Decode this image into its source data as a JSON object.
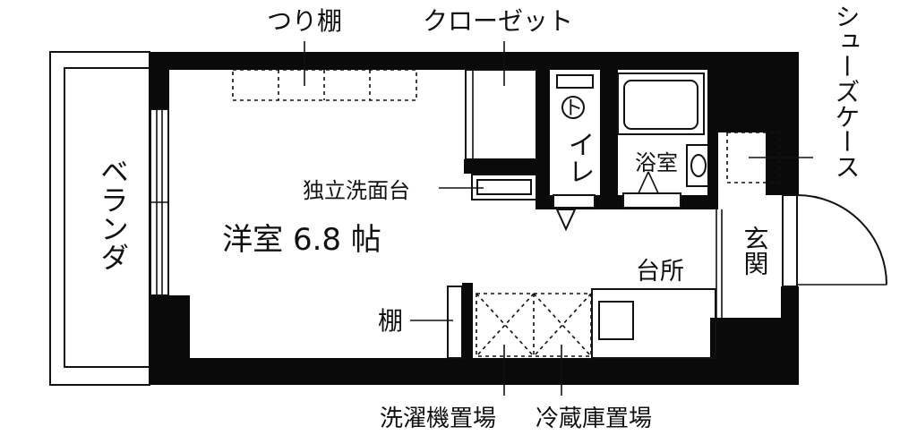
{
  "labels": {
    "tsuridana": "つり棚",
    "closet": "クローゼット",
    "shoe_case": "シューズケース",
    "veranda": "ベランダ",
    "toilet": "トイレ",
    "toilet_ko": "ト",
    "toilet_rest": "イレ",
    "bath": "浴室",
    "washstand": "独立洗面台",
    "room": "洋室 6.8 帖",
    "entrance": "玄関",
    "kitchen": "台所",
    "shelf": "棚",
    "washer_space": "洗濯機置場",
    "fridge_space": "冷蔵庫置場"
  }
}
